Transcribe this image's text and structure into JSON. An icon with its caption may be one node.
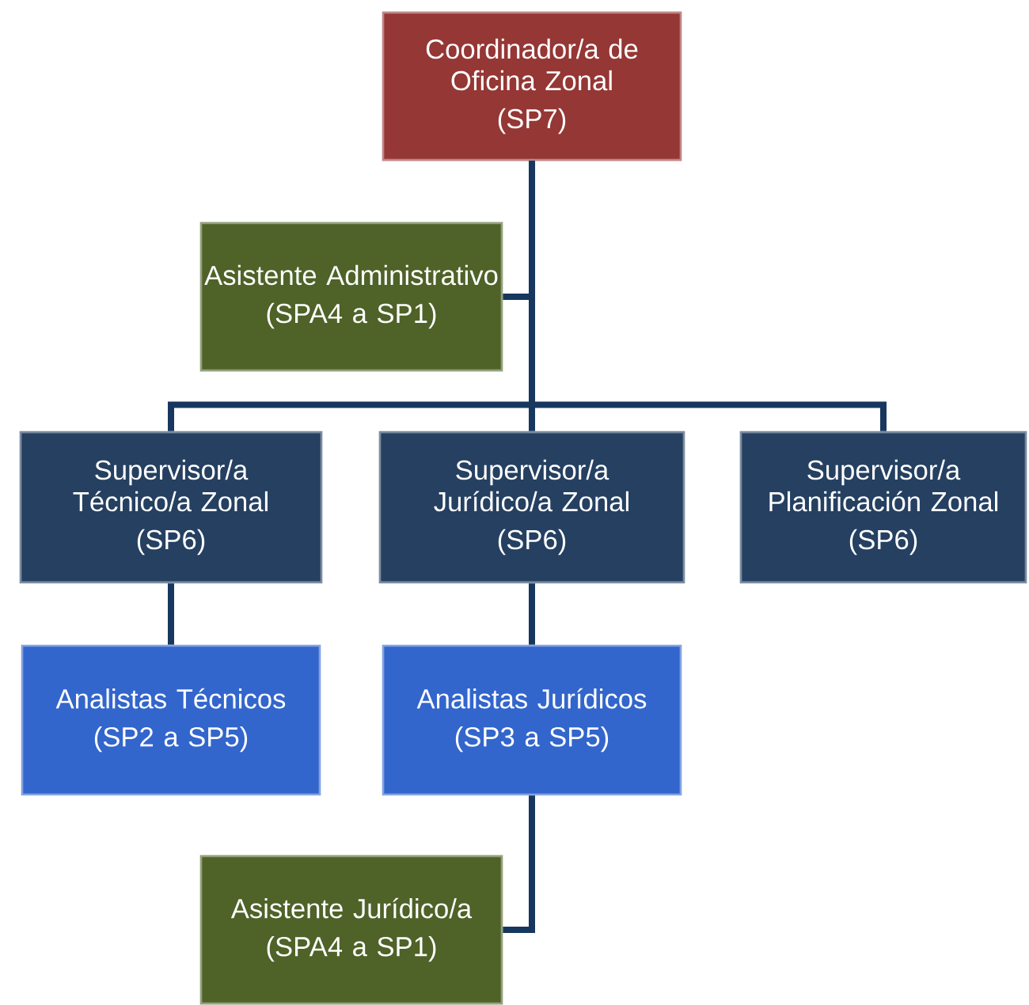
{
  "diagram": {
    "nodes": [
      {
        "text": [
          "Coordinador/a de Oficina Zonal",
          "(SP7)"
        ]
      },
      {
        "text": [
          "Asistente Administrativo",
          "(SPA4 a SP1)"
        ]
      },
      {
        "text": [
          "Supervisor/a Técnico/a Zonal",
          "(SP6)"
        ]
      },
      {
        "text": [
          "Supervisor/a Jurídico/a Zonal",
          "(SP6)"
        ]
      },
      {
        "text": [
          "Supervisor/a Planificación Zonal",
          "(SP6)"
        ]
      },
      {
        "text": [
          "Analistas Técnicos",
          "(SP2 a SP5)"
        ]
      },
      {
        "text": [
          "Analistas Jurídicos",
          "(SP3 a SP5)"
        ]
      },
      {
        "text": [
          "Asistente Jurídico/a",
          "(SPA4 a SP1)"
        ]
      }
    ],
    "edges": [
      {
        "from": 0,
        "to": 1,
        "arrow": "none"
      },
      {
        "from": 0,
        "to": 2,
        "arrow": "none"
      },
      {
        "from": 0,
        "to": 3,
        "arrow": "none"
      },
      {
        "from": 0,
        "to": 4,
        "arrow": "none"
      },
      {
        "from": 2,
        "to": 5,
        "arrow": "none"
      },
      {
        "from": 3,
        "to": 6,
        "arrow": "none"
      },
      {
        "from": 6,
        "to": 7,
        "arrow": "none"
      }
    ]
  }
}
